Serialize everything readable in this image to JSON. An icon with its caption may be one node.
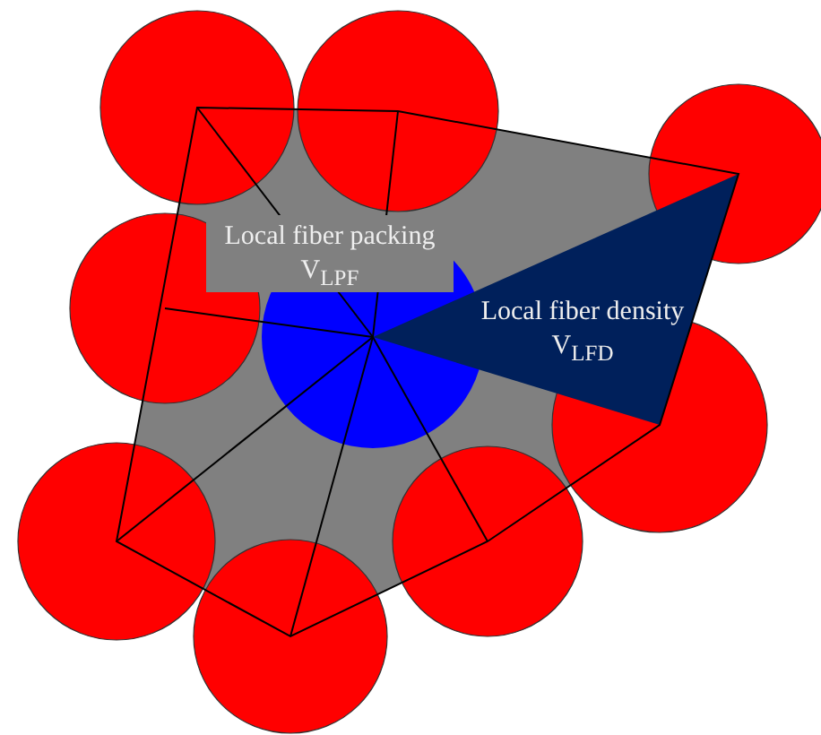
{
  "diagram": {
    "labels": [
      "Local fiber packing",
      "V$_{LPF}$",
      "Local fiber density",
      "V$_{LFD}$"
    ]
  }
}
